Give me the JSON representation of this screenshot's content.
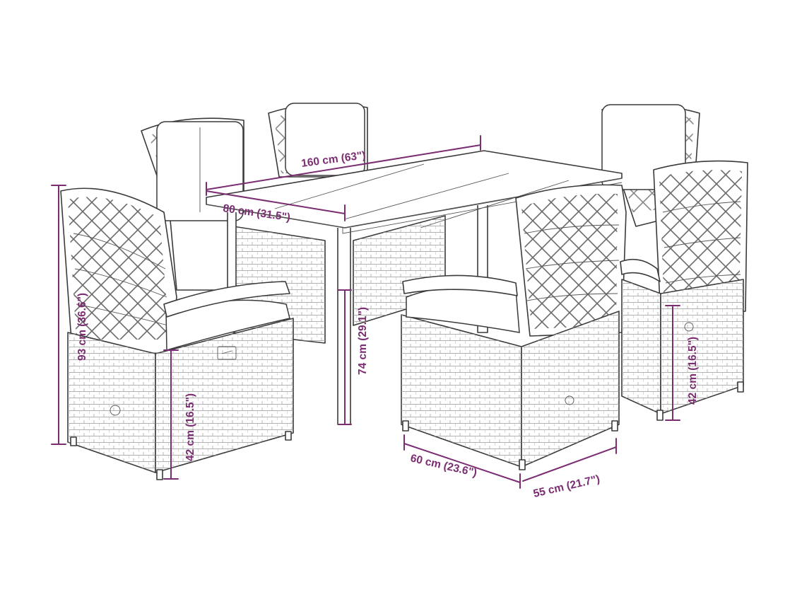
{
  "dimensions": {
    "table_length": "160 cm (63\")",
    "table_width": "80 cm (31.5\")",
    "table_height": "74 cm (29.1\")",
    "chair_height": "93 cm (36.6\")",
    "seat_height_left": "42 cm (16.5\")",
    "seat_height_right": "42 cm (16.5\")",
    "chair_width": "60 cm (23.6\")",
    "chair_depth": "55 cm (21.7\")"
  },
  "colors": {
    "dimension": "#7b2d72",
    "outline": "#3a3a3a"
  }
}
